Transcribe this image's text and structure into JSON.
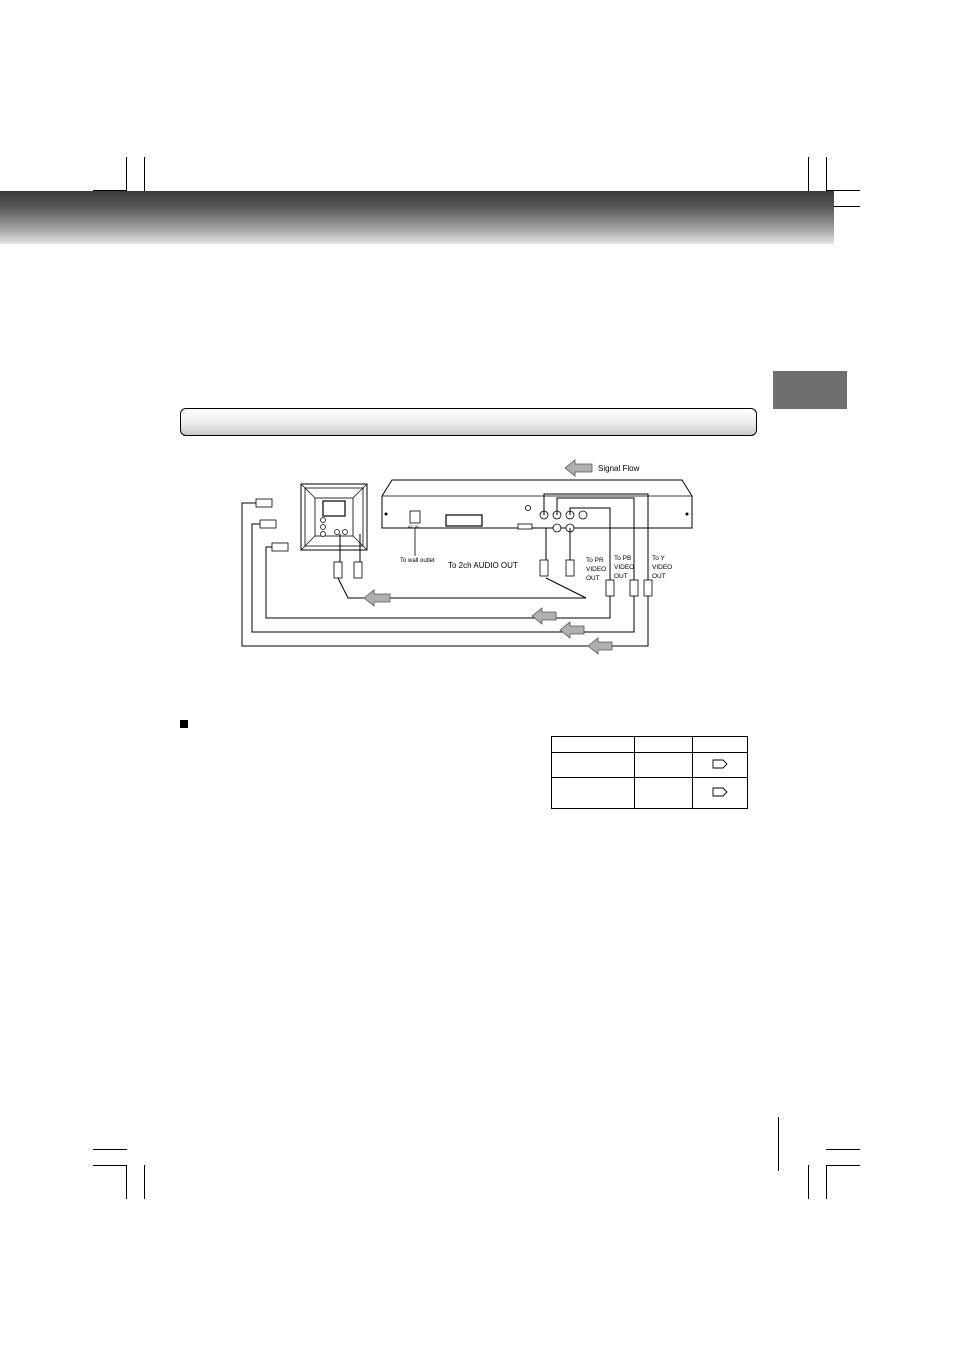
{
  "diagram": {
    "legend_label": "Signal Flow",
    "wall_outlet_label": "To wall outlet",
    "audio_out_label": "To 2ch AUDIO OUT",
    "pr_label": [
      "To PR",
      "VIDEO",
      "OUT"
    ],
    "pb_label": [
      "To PB",
      "VIDEO",
      "OUT"
    ],
    "y_label": [
      "To Y",
      "VIDEO",
      "OUT"
    ],
    "ac_in_label": "AC IN"
  },
  "table": {
    "rows": [
      [
        "",
        "",
        ""
      ],
      [
        "",
        "",
        "arrow-outline-icon"
      ],
      [
        "",
        "",
        "arrow-outline-icon"
      ]
    ]
  },
  "colors": {
    "header_dark": "#3a3a3a",
    "tab_gray": "#6f6f6f",
    "arrow_gray": "#b0b0b0"
  }
}
